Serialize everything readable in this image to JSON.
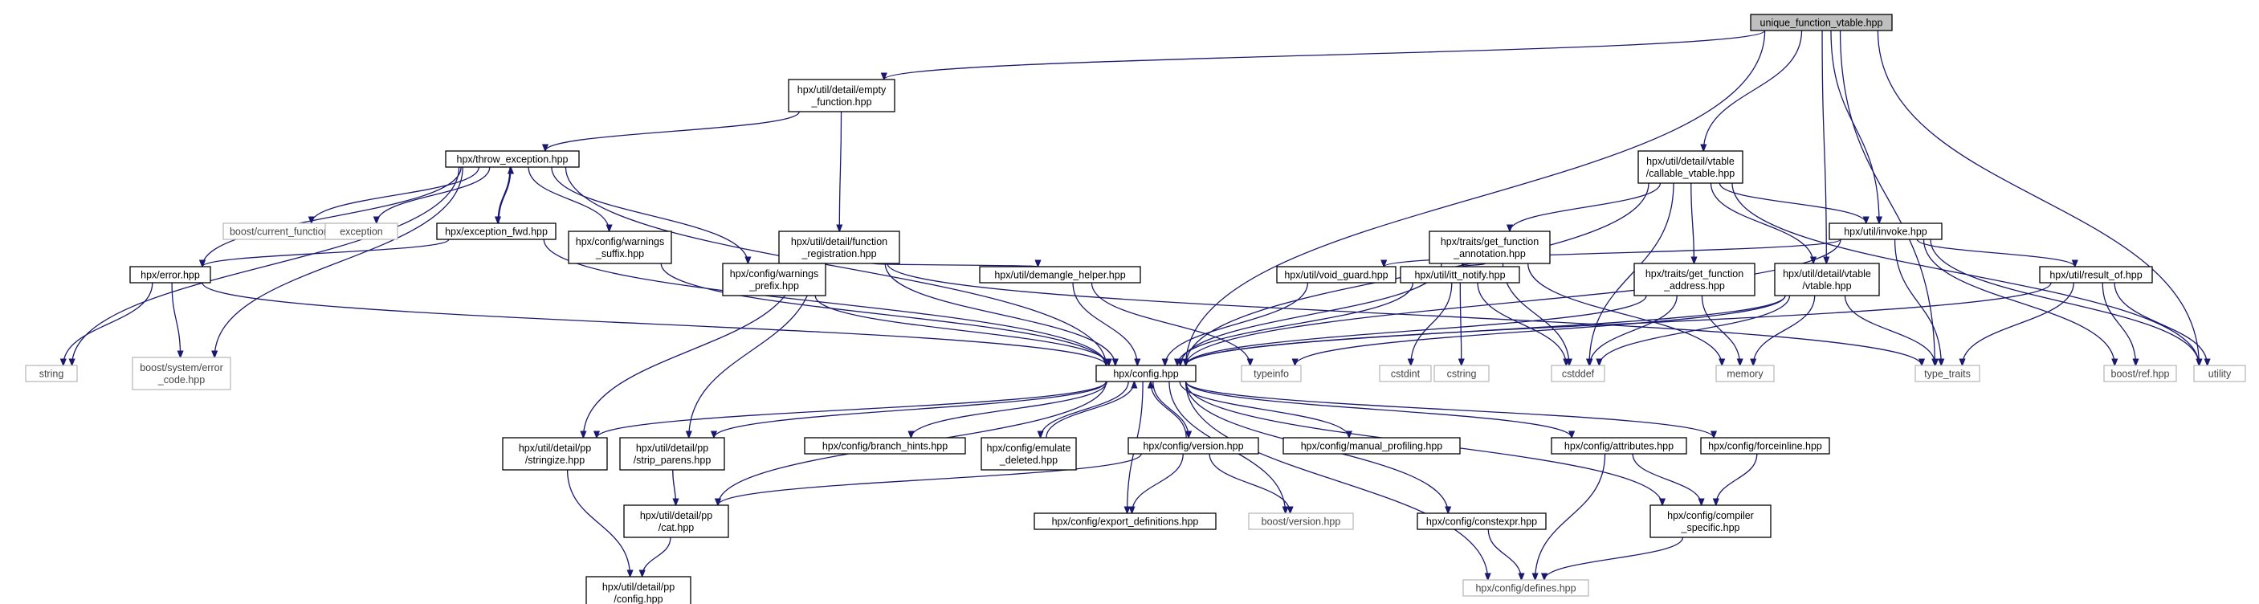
{
  "graph": {
    "title": "unique_function_vtable.hpp",
    "edge_color": "#191970",
    "root_fill": "#bfbfbf",
    "nodes": [
      {
        "id": "root",
        "lines": [
          "unique_function_vtable.hpp"
        ],
        "kind": "root"
      },
      {
        "id": "empty_function",
        "lines": [
          "hpx/util/detail/empty",
          "_function.hpp"
        ],
        "kind": "local"
      },
      {
        "id": "callable_vtable",
        "lines": [
          "hpx/util/detail/vtable",
          "/callable_vtable.hpp"
        ],
        "kind": "local"
      },
      {
        "id": "throw_exception",
        "lines": [
          "hpx/throw_exception.hpp"
        ],
        "kind": "local"
      },
      {
        "id": "current_function",
        "lines": [
          "boost/current_function.hpp"
        ],
        "kind": "external"
      },
      {
        "id": "exception",
        "lines": [
          "exception"
        ],
        "kind": "external"
      },
      {
        "id": "exception_fwd",
        "lines": [
          "hpx/exception_fwd.hpp"
        ],
        "kind": "local"
      },
      {
        "id": "warnings_suffix",
        "lines": [
          "hpx/config/warnings",
          "_suffix.hpp"
        ],
        "kind": "local"
      },
      {
        "id": "function_registration",
        "lines": [
          "hpx/util/detail/function",
          "_registration.hpp"
        ],
        "kind": "local"
      },
      {
        "id": "get_function_annotation",
        "lines": [
          "hpx/traits/get_function",
          "_annotation.hpp"
        ],
        "kind": "local"
      },
      {
        "id": "invoke",
        "lines": [
          "hpx/util/invoke.hpp"
        ],
        "kind": "local"
      },
      {
        "id": "error",
        "lines": [
          "hpx/error.hpp"
        ],
        "kind": "local"
      },
      {
        "id": "warnings_prefix",
        "lines": [
          "hpx/config/warnings",
          "_prefix.hpp"
        ],
        "kind": "local"
      },
      {
        "id": "demangle_helper",
        "lines": [
          "hpx/util/demangle_helper.hpp"
        ],
        "kind": "local"
      },
      {
        "id": "void_guard",
        "lines": [
          "hpx/util/void_guard.hpp"
        ],
        "kind": "local"
      },
      {
        "id": "itt_notify",
        "lines": [
          "hpx/util/itt_notify.hpp"
        ],
        "kind": "local"
      },
      {
        "id": "get_function_address",
        "lines": [
          "hpx/traits/get_function",
          "_address.hpp"
        ],
        "kind": "local"
      },
      {
        "id": "vtable",
        "lines": [
          "hpx/util/detail/vtable",
          "/vtable.hpp"
        ],
        "kind": "local"
      },
      {
        "id": "result_of",
        "lines": [
          "hpx/util/result_of.hpp"
        ],
        "kind": "local"
      },
      {
        "id": "string",
        "lines": [
          "string"
        ],
        "kind": "external"
      },
      {
        "id": "error_code",
        "lines": [
          "boost/system/error",
          "_code.hpp"
        ],
        "kind": "external"
      },
      {
        "id": "config",
        "lines": [
          "hpx/config.hpp"
        ],
        "kind": "local"
      },
      {
        "id": "typeinfo",
        "lines": [
          "typeinfo"
        ],
        "kind": "external"
      },
      {
        "id": "cstdint",
        "lines": [
          "cstdint"
        ],
        "kind": "external"
      },
      {
        "id": "cstring",
        "lines": [
          "cstring"
        ],
        "kind": "external"
      },
      {
        "id": "cstddef",
        "lines": [
          "cstddef"
        ],
        "kind": "external"
      },
      {
        "id": "memory",
        "lines": [
          "memory"
        ],
        "kind": "external"
      },
      {
        "id": "type_traits",
        "lines": [
          "type_traits"
        ],
        "kind": "external"
      },
      {
        "id": "boost_ref",
        "lines": [
          "boost/ref.hpp"
        ],
        "kind": "external"
      },
      {
        "id": "utility",
        "lines": [
          "utility"
        ],
        "kind": "external"
      },
      {
        "id": "stringize",
        "lines": [
          "hpx/util/detail/pp",
          "/stringize.hpp"
        ],
        "kind": "local"
      },
      {
        "id": "strip_parens",
        "lines": [
          "hpx/util/detail/pp",
          "/strip_parens.hpp"
        ],
        "kind": "local"
      },
      {
        "id": "branch_hints",
        "lines": [
          "hpx/config/branch_hints.hpp"
        ],
        "kind": "local"
      },
      {
        "id": "emulate_deleted",
        "lines": [
          "hpx/config/emulate",
          "_deleted.hpp"
        ],
        "kind": "local"
      },
      {
        "id": "version",
        "lines": [
          "hpx/config/version.hpp"
        ],
        "kind": "local"
      },
      {
        "id": "manual_profiling",
        "lines": [
          "hpx/config/manual_profiling.hpp"
        ],
        "kind": "local"
      },
      {
        "id": "attributes",
        "lines": [
          "hpx/config/attributes.hpp"
        ],
        "kind": "local"
      },
      {
        "id": "forceinline",
        "lines": [
          "hpx/config/forceinline.hpp"
        ],
        "kind": "local"
      },
      {
        "id": "pp_cat",
        "lines": [
          "hpx/util/detail/pp",
          "/cat.hpp"
        ],
        "kind": "local"
      },
      {
        "id": "export_definitions",
        "lines": [
          "hpx/config/export_definitions.hpp"
        ],
        "kind": "local"
      },
      {
        "id": "boost_version",
        "lines": [
          "boost/version.hpp"
        ],
        "kind": "external"
      },
      {
        "id": "constexpr",
        "lines": [
          "hpx/config/constexpr.hpp"
        ],
        "kind": "local"
      },
      {
        "id": "compiler_specific",
        "lines": [
          "hpx/config/compiler",
          "_specific.hpp"
        ],
        "kind": "local"
      },
      {
        "id": "pp_config",
        "lines": [
          "hpx/util/detail/pp",
          "/config.hpp"
        ],
        "kind": "local"
      },
      {
        "id": "defines",
        "lines": [
          "hpx/config/defines.hpp"
        ],
        "kind": "external"
      }
    ],
    "edges": [
      [
        "root",
        "empty_function"
      ],
      [
        "root",
        "callable_vtable"
      ],
      [
        "root",
        "config"
      ],
      [
        "root",
        "invoke"
      ],
      [
        "root",
        "vtable"
      ],
      [
        "root",
        "type_traits"
      ],
      [
        "root",
        "utility"
      ],
      [
        "empty_function",
        "throw_exception"
      ],
      [
        "empty_function",
        "function_registration"
      ],
      [
        "throw_exception",
        "current_function"
      ],
      [
        "throw_exception",
        "exception"
      ],
      [
        "throw_exception",
        "exception_fwd"
      ],
      [
        "throw_exception",
        "warnings_suffix"
      ],
      [
        "throw_exception",
        "warnings_prefix"
      ],
      [
        "throw_exception",
        "error"
      ],
      [
        "throw_exception",
        "string"
      ],
      [
        "throw_exception",
        "error_code"
      ],
      [
        "throw_exception",
        "config"
      ],
      [
        "exception_fwd",
        "throw_exception"
      ],
      [
        "exception_fwd",
        "error"
      ],
      [
        "exception_fwd",
        "config"
      ],
      [
        "warnings_suffix",
        "config"
      ],
      [
        "warnings_prefix",
        "config"
      ],
      [
        "error",
        "string"
      ],
      [
        "error",
        "error_code"
      ],
      [
        "error",
        "config"
      ],
      [
        "function_registration",
        "stringize"
      ],
      [
        "function_registration",
        "strip_parens"
      ],
      [
        "function_registration",
        "demangle_helper"
      ],
      [
        "function_registration",
        "config"
      ],
      [
        "function_registration",
        "type_traits"
      ],
      [
        "demangle_helper",
        "config"
      ],
      [
        "demangle_helper",
        "typeinfo"
      ],
      [
        "callable_vtable",
        "get_function_annotation"
      ],
      [
        "callable_vtable",
        "get_function_address"
      ],
      [
        "callable_vtable",
        "vtable"
      ],
      [
        "callable_vtable",
        "invoke"
      ],
      [
        "callable_vtable",
        "config"
      ],
      [
        "callable_vtable",
        "cstddef"
      ],
      [
        "callable_vtable",
        "utility"
      ],
      [
        "get_function_annotation",
        "itt_notify"
      ],
      [
        "get_function_annotation",
        "config"
      ],
      [
        "get_function_annotation",
        "cstddef"
      ],
      [
        "get_function_annotation",
        "memory"
      ],
      [
        "invoke",
        "void_guard"
      ],
      [
        "invoke",
        "result_of"
      ],
      [
        "invoke",
        "config"
      ],
      [
        "invoke",
        "type_traits"
      ],
      [
        "invoke",
        "utility"
      ],
      [
        "invoke",
        "boost_ref"
      ],
      [
        "void_guard",
        "config"
      ],
      [
        "itt_notify",
        "cstdint"
      ],
      [
        "itt_notify",
        "cstring"
      ],
      [
        "itt_notify",
        "cstddef"
      ],
      [
        "itt_notify",
        "config"
      ],
      [
        "get_function_address",
        "config"
      ],
      [
        "get_function_address",
        "cstddef"
      ],
      [
        "get_function_address",
        "memory"
      ],
      [
        "vtable",
        "config"
      ],
      [
        "vtable",
        "typeinfo"
      ],
      [
        "vtable",
        "cstddef"
      ],
      [
        "vtable",
        "memory"
      ],
      [
        "vtable",
        "type_traits"
      ],
      [
        "result_of",
        "config"
      ],
      [
        "result_of",
        "type_traits"
      ],
      [
        "result_of",
        "utility"
      ],
      [
        "result_of",
        "boost_ref"
      ],
      [
        "config",
        "stringize"
      ],
      [
        "config",
        "strip_parens"
      ],
      [
        "config",
        "branch_hints"
      ],
      [
        "config",
        "emulate_deleted"
      ],
      [
        "config",
        "version"
      ],
      [
        "config",
        "manual_profiling"
      ],
      [
        "config",
        "attributes"
      ],
      [
        "config",
        "forceinline"
      ],
      [
        "config",
        "compiler_specific"
      ],
      [
        "config",
        "pp_cat"
      ],
      [
        "config",
        "export_definitions"
      ],
      [
        "config",
        "constexpr"
      ],
      [
        "config",
        "defines"
      ],
      [
        "config",
        "boost_version"
      ],
      [
        "emulate_deleted",
        "config"
      ],
      [
        "version",
        "config"
      ],
      [
        "version",
        "pp_cat"
      ],
      [
        "version",
        "export_definitions"
      ],
      [
        "version",
        "boost_version"
      ],
      [
        "attributes",
        "compiler_specific"
      ],
      [
        "attributes",
        "defines"
      ],
      [
        "forceinline",
        "compiler_specific"
      ],
      [
        "compiler_specific",
        "defines"
      ],
      [
        "constexpr",
        "defines"
      ],
      [
        "stringize",
        "pp_config"
      ],
      [
        "strip_parens",
        "pp_cat"
      ],
      [
        "pp_cat",
        "pp_config"
      ]
    ]
  }
}
